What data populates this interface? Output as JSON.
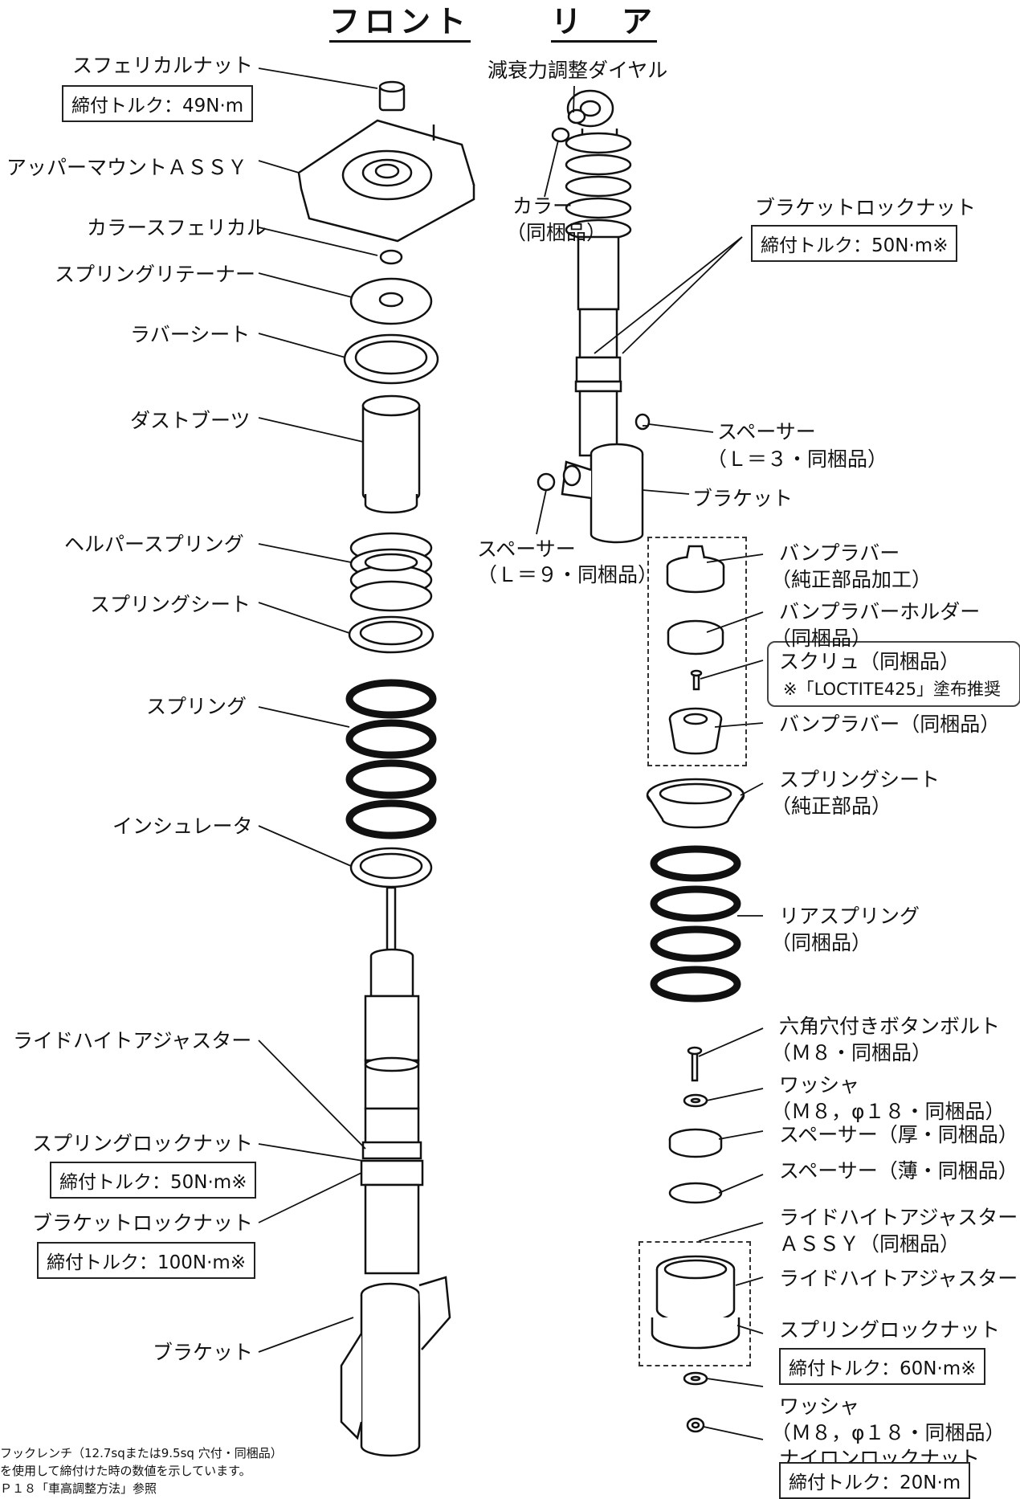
{
  "headers": {
    "front": "フロント",
    "rear": "リ　ア"
  },
  "front": {
    "spherical_nut": "スフェリカルナット",
    "spherical_nut_torque": "締付トルク：49N·m",
    "upper_mount": "アッパーマウントＡＳＳＹ",
    "collar_spherical": "カラースフェリカル",
    "spring_retainer": "スプリングリテーナー",
    "rubber_seat": "ラバーシート",
    "dust_boot": "ダストブーツ",
    "helper_spring": "ヘルパースプリング",
    "spring_seat": "スプリングシート",
    "spring": "スプリング",
    "insulator": "インシュレータ",
    "ride_height_adjuster": "ライドハイトアジャスター",
    "spring_lock_nut": "スプリングロックナット",
    "spring_lock_nut_torque": "締付トルク：50N·m※",
    "bracket_lock_nut": "ブラケットロックナット",
    "bracket_lock_nut_torque": "締付トルク：100N·m※",
    "bracket": "ブラケット"
  },
  "rear": {
    "damping_dial": "減衰力調整ダイヤル",
    "collar": "カラー",
    "collar_sub": "（同梱品）",
    "bracket_lock_nut": "ブラケットロックナット",
    "bracket_lock_nut_torque": "締付トルク：50N·m※",
    "spacer_l3": "スペーサー",
    "spacer_l3_sub": "（Ｌ＝３・同梱品）",
    "bracket": "ブラケット",
    "spacer_l9": "スペーサー",
    "spacer_l9_sub": "（Ｌ＝９・同梱品）",
    "bump_rubber": "バンプラバー",
    "bump_rubber_sub": "（純正部品加工）",
    "bump_holder": "バンプラバーホルダー",
    "bump_holder_sub": "（同梱品）",
    "screw": "スクリュ（同梱品）",
    "screw_note": "※「LOCTITE425」塗布推奨",
    "bump_rubber2": "バンプラバー（同梱品）",
    "spring_seat": "スプリングシート",
    "spring_seat_sub": "（純正部品）",
    "rear_spring": "リアスプリング",
    "rear_spring_sub": "（同梱品）",
    "hex_bolt": "六角穴付きボタンボルト",
    "hex_bolt_sub": "（Ｍ８・同梱品）",
    "washer1": "ワッシャ",
    "washer1_sub": "（Ｍ８，φ１８・同梱品）",
    "spacer_thick": "スペーサー（厚・同梱品）",
    "spacer_thin": "スペーサー（薄・同梱品）",
    "rh_assy": "ライドハイトアジャスター",
    "rh_assy_sub": "ＡＳＳＹ（同梱品）",
    "rh_adjuster": "ライドハイトアジャスター",
    "spring_lock_nut": "スプリングロックナット",
    "spring_lock_nut_torque": "締付トルク：60N·m※",
    "washer2": "ワッシャ",
    "washer2_sub": "（Ｍ８，φ１８・同梱品）",
    "nylon_nut": "ナイロンロックナット",
    "nylon_nut_torque": "締付トルク：20N·m"
  },
  "notes": {
    "line1": "フックレンチ（12.7sqまたは9.5sq 穴付・同梱品）",
    "line2": "を使用して締付けた時の数値を示しています。",
    "line3": "Ｐ１８「車高調整方法」参照"
  }
}
